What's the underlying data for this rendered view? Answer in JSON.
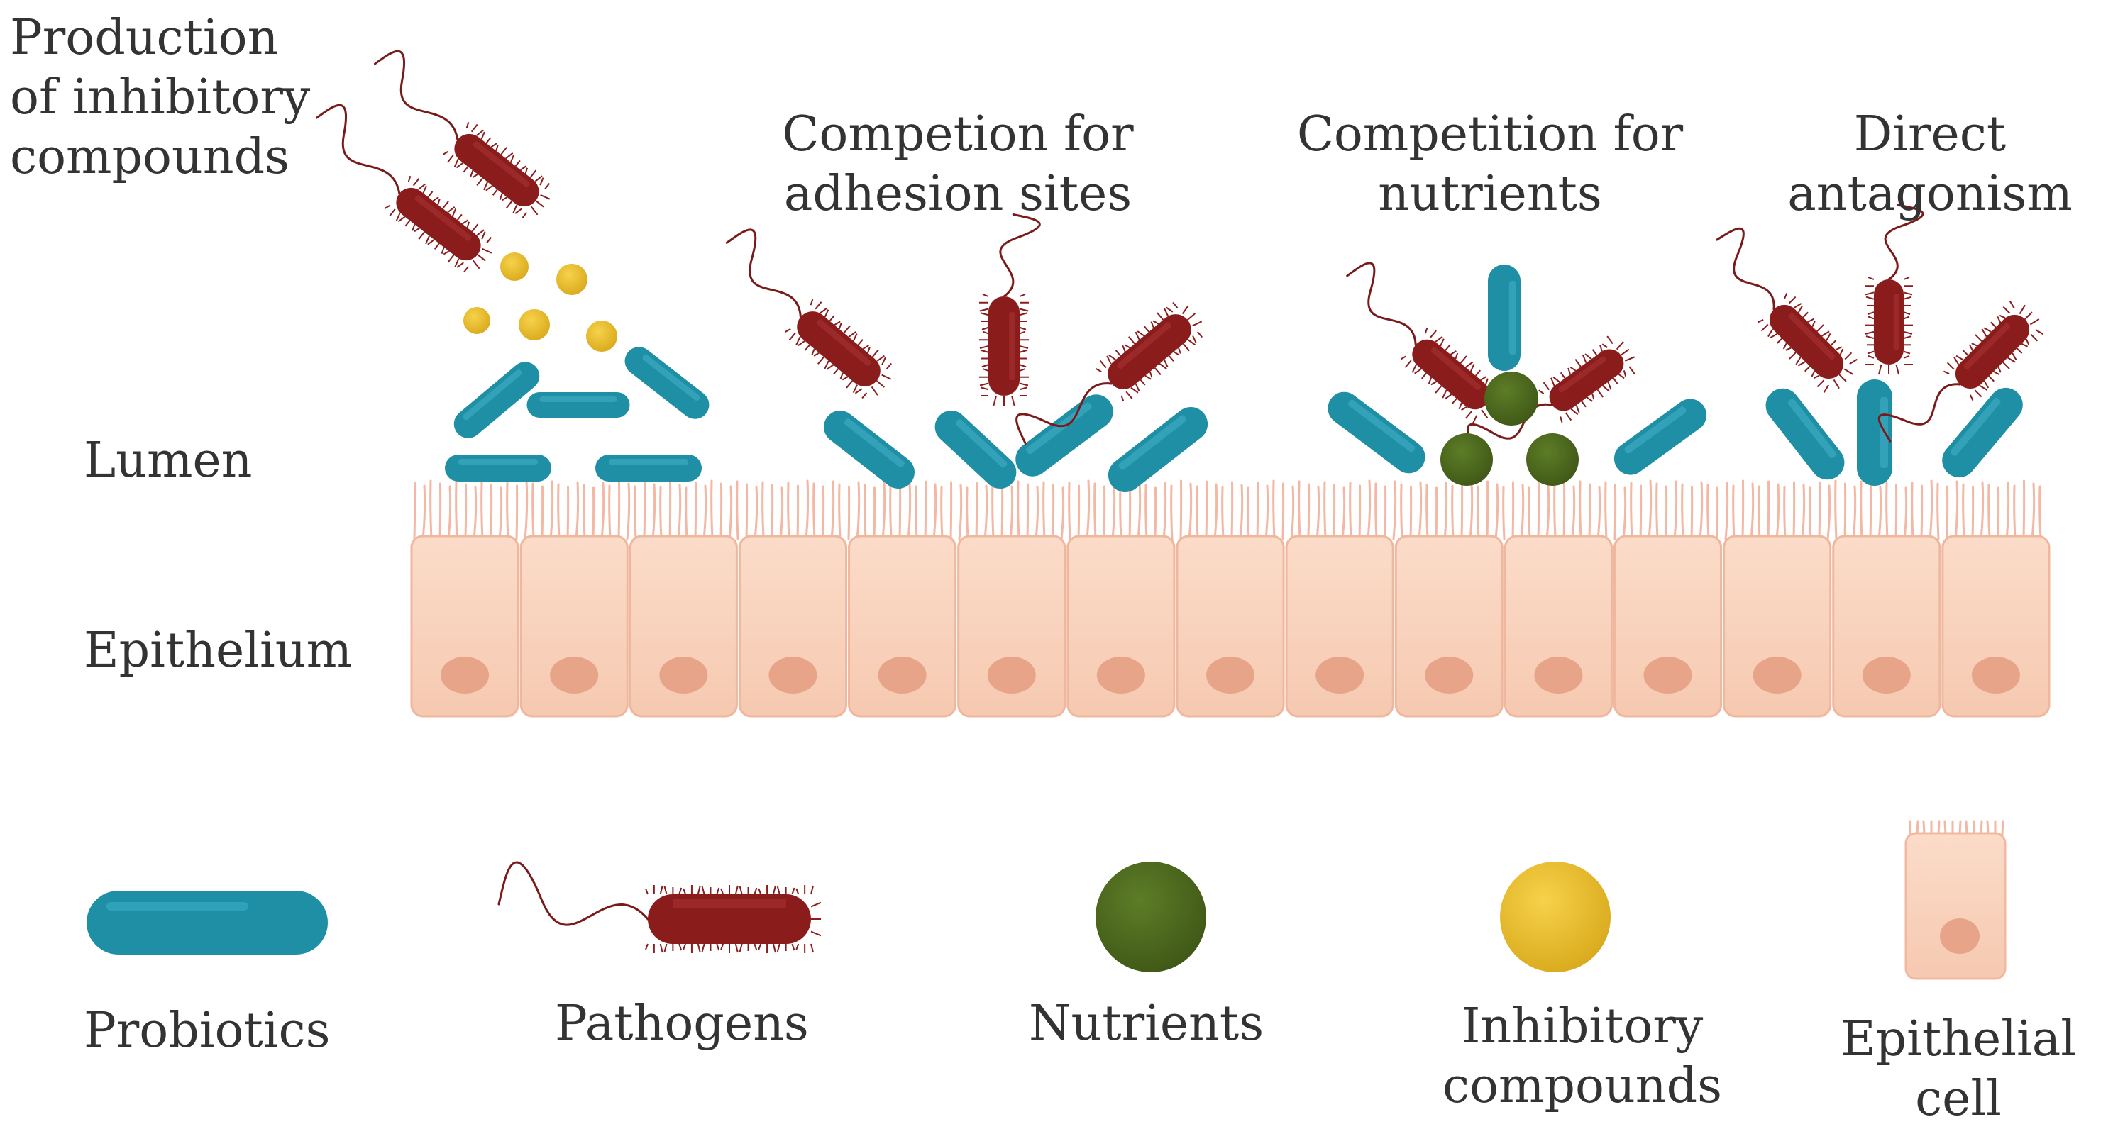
{
  "mechanisms": {
    "inhibitory_production": [
      "Production",
      "of inhibitory",
      "compounds"
    ],
    "adhesion": [
      "Competion for",
      "adhesion sites"
    ],
    "nutrients": [
      "Competition for",
      "nutrients"
    ],
    "antagonism": [
      "Direct",
      "antagonism"
    ]
  },
  "regions": {
    "lumen": "Lumen",
    "epithelium": "Epithelium"
  },
  "legend": {
    "probiotics": "Probiotics",
    "pathogens": "Pathogens",
    "nutrients": "Nutrients",
    "inhibitory": [
      "Inhibitory",
      "compounds"
    ],
    "epithelial_cell": [
      "Epithelial",
      "cell"
    ]
  },
  "colors": {
    "probiotic": "#1f8fa6",
    "pathogen": "#8a1c1c",
    "nutrient": "#4e6a1e",
    "inhibitory": "#e8bf2e",
    "epithelium": "#f9d4bf",
    "nucleus": "#e8a489",
    "microvilli": "#f3b7a3"
  },
  "epithelium_cell_count": 15
}
